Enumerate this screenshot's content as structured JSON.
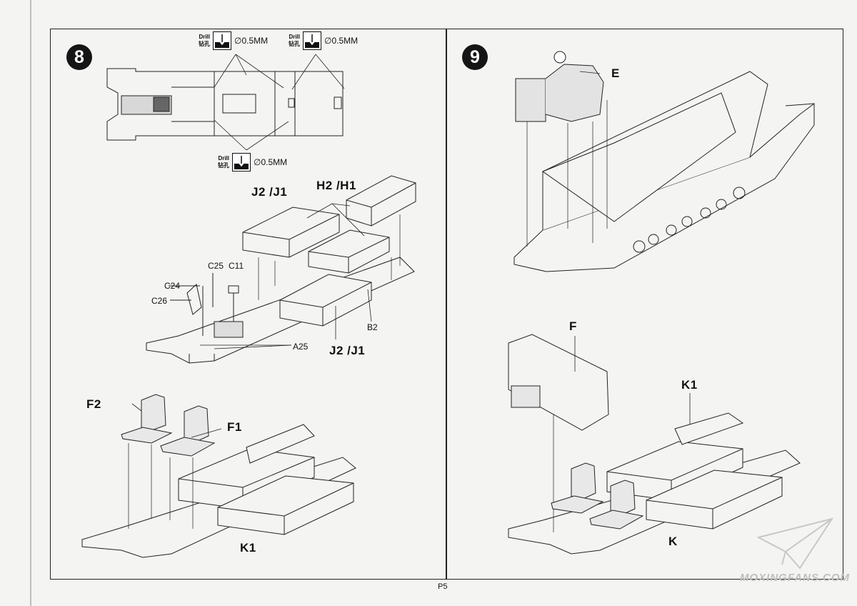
{
  "page": {
    "number": "P5",
    "watermark": "MOXINGFANS.COM"
  },
  "step8": {
    "number": "8",
    "drill": [
      {
        "en": "Drill",
        "zh": "钻孔",
        "size": "0.5MM",
        "symbol": "∅"
      },
      {
        "en": "Drill",
        "zh": "钻孔",
        "size": "0.5MM",
        "symbol": "∅"
      },
      {
        "en": "Drill",
        "zh": "钻孔",
        "size": "0.5MM",
        "symbol": "∅"
      }
    ],
    "labels": {
      "j2j1_top": "J2 /J1",
      "h2h1": "H2 /H1",
      "j2j1_bottom": "J2 /J1",
      "b2": "B2",
      "a25": "A25",
      "c25": "C25",
      "c11": "C11",
      "c24": "C24",
      "c26": "C26",
      "f2": "F2",
      "f1": "F1",
      "k1": "K1"
    }
  },
  "step9": {
    "number": "9",
    "labels": {
      "e": "E",
      "f": "F",
      "k1": "K1",
      "k": "K"
    }
  }
}
